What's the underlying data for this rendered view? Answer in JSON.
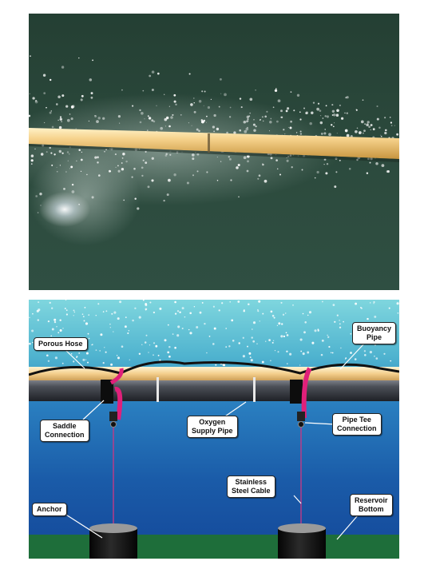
{
  "photo": {
    "description_colors": {
      "water": "#2d453a",
      "pipe": "#f0c878"
    }
  },
  "diagram": {
    "labels": {
      "porous_hose": "Porous Hose",
      "buoyancy_pipe": "Buoyancy\nPipe",
      "saddle_connection": "Saddle\nConnection",
      "oxygen_supply_pipe": "Oxygen\nSupply Pipe",
      "pipe_tee_connection": "Pipe Tee\nConnection",
      "stainless_steel_cable": "Stainless\nSteel Cable",
      "anchor": "Anchor",
      "reservoir_bottom": "Reservoir\nBottom"
    },
    "colors": {
      "water_top": "#7fd6de",
      "water_bottom": "#14489a",
      "buoyancy_pipe": "#f3cd8a",
      "supply_pipe": "#3a3d44",
      "saddle": "#e0207a",
      "bottom": "#1e6e3a",
      "anchor": "#151515"
    }
  }
}
